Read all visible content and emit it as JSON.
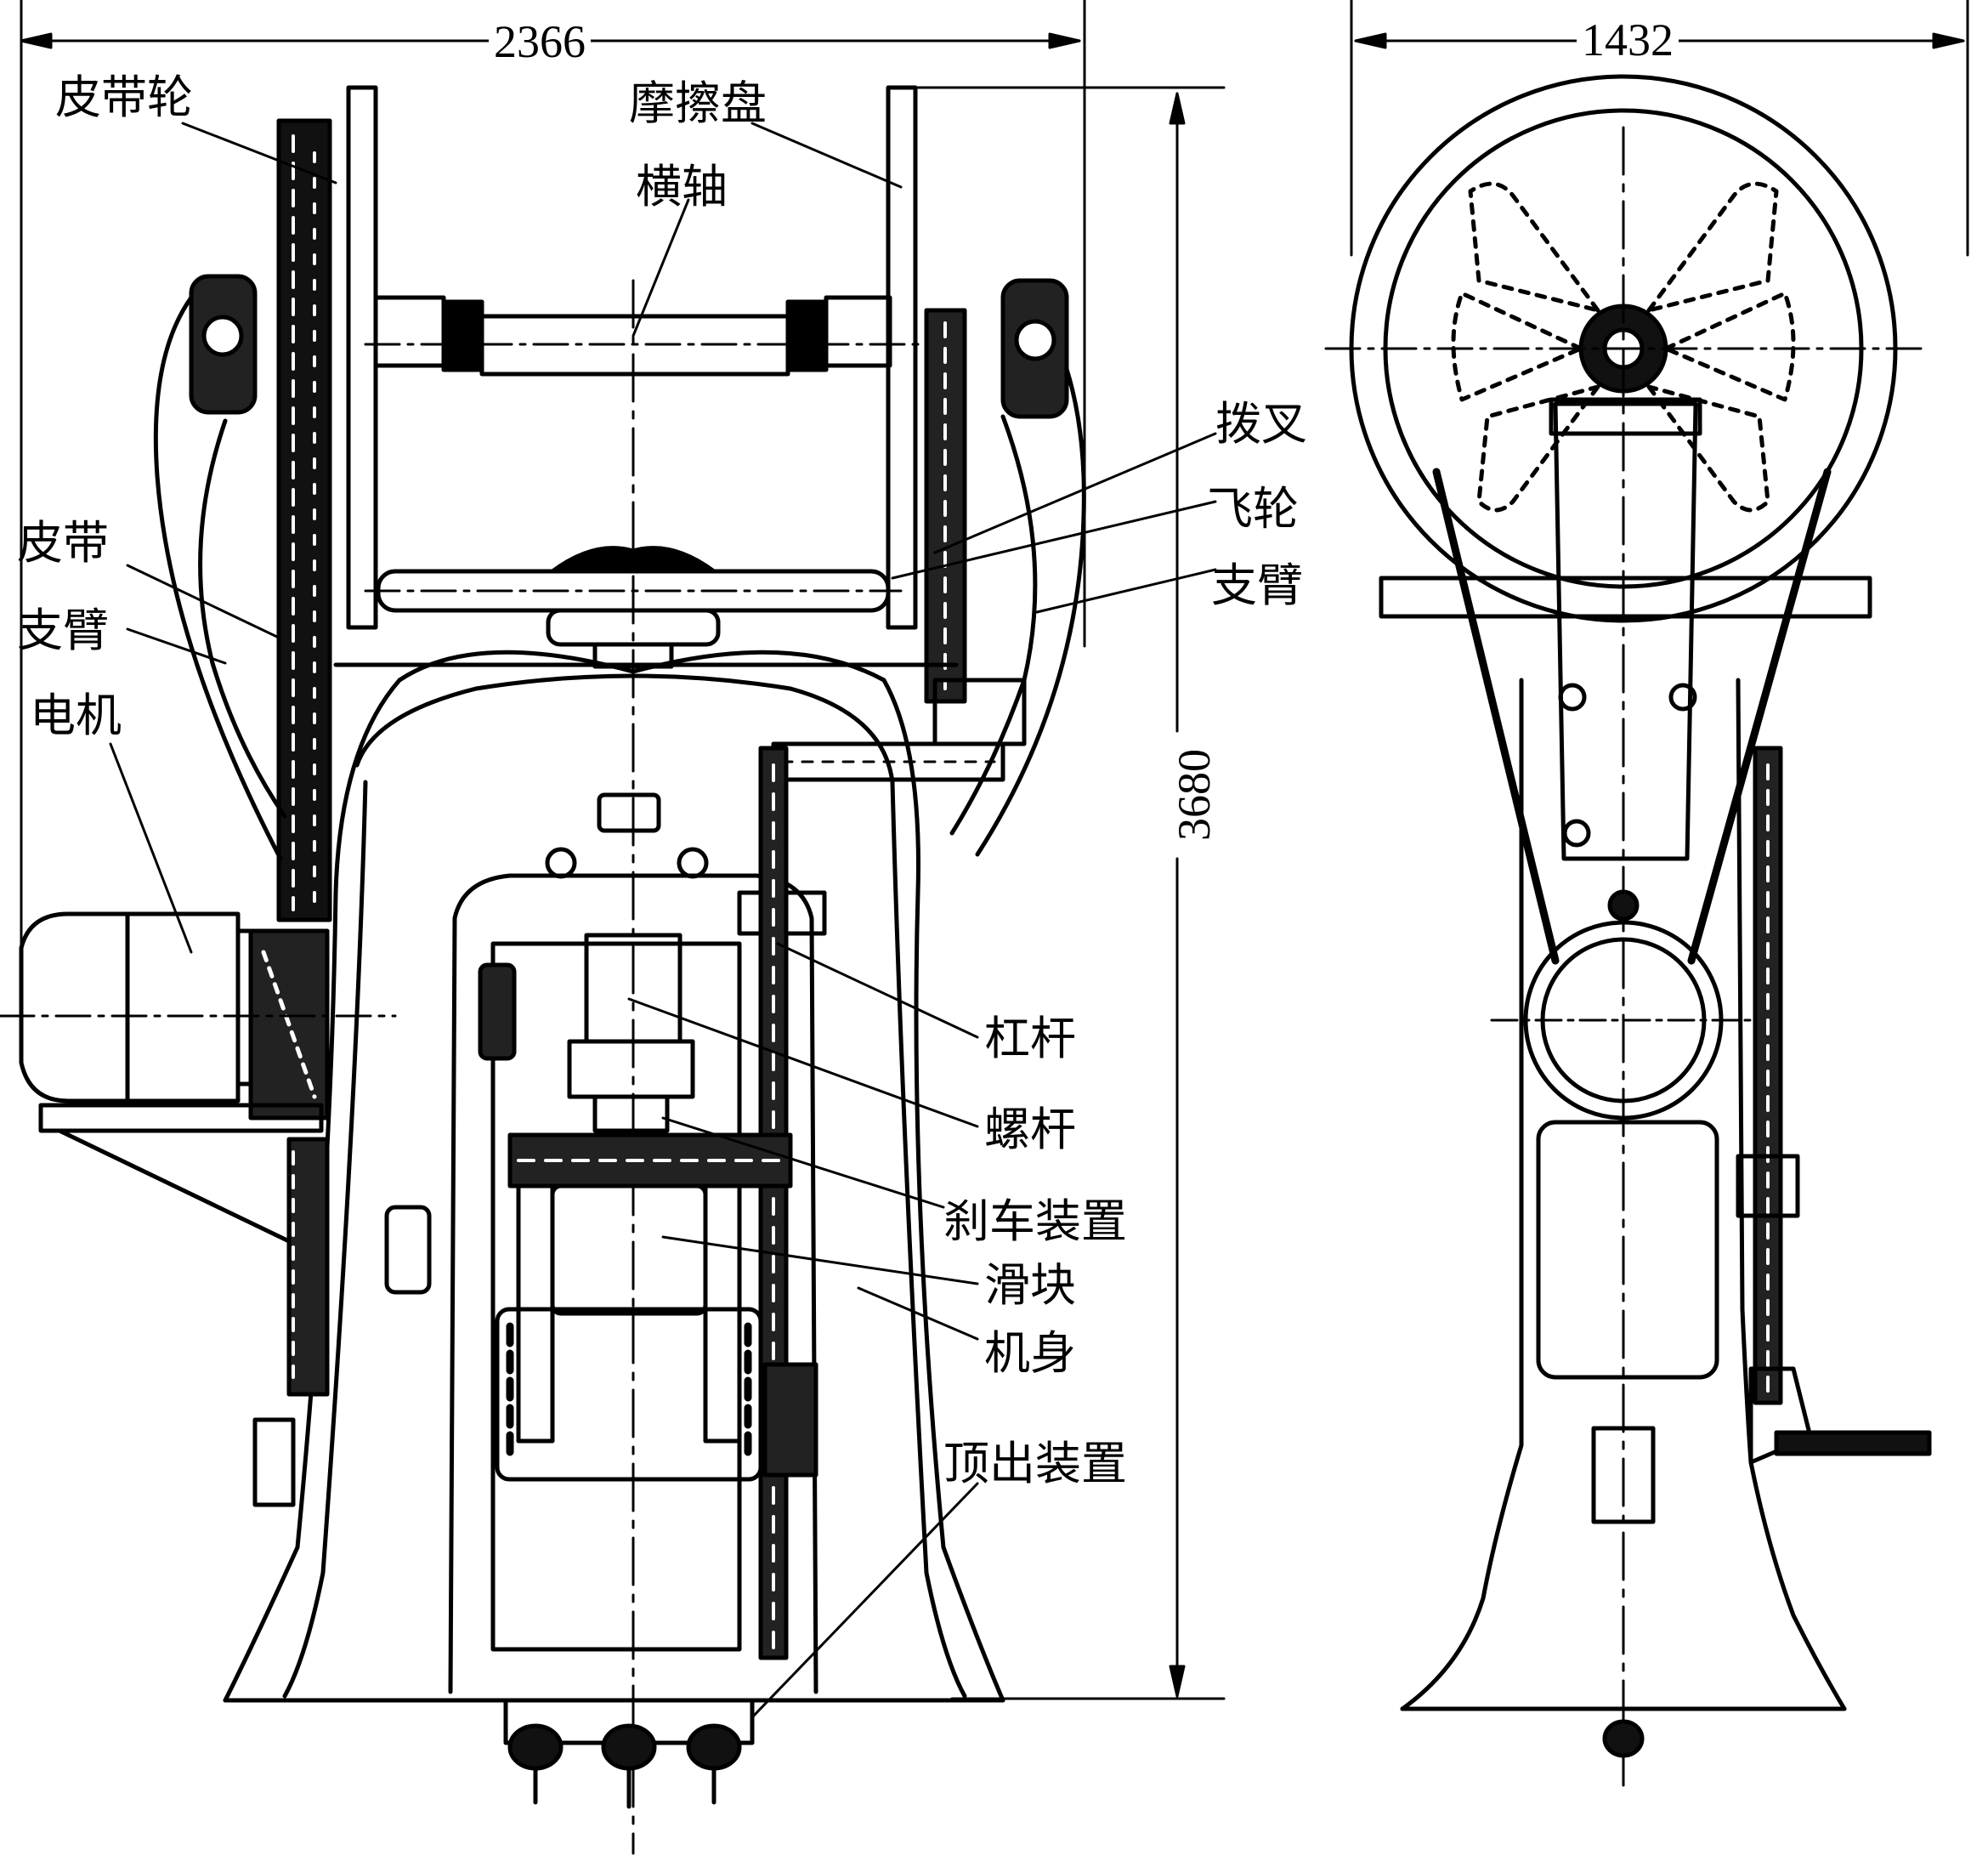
{
  "dimensions": {
    "front_width": "2366",
    "side_width": "1432",
    "height": "3680"
  },
  "labels": {
    "belt_pulley": "皮带轮",
    "friction_disc": "摩擦盘",
    "cross_shaft": "横轴",
    "shift_fork": "拨叉",
    "flywheel": "飞轮",
    "support_arm_right": "支臂",
    "belt": "皮带",
    "support_arm_left": "支臂",
    "motor": "电机",
    "lever": "杠杆",
    "screw": "螺杆",
    "brake_device": "刹车装置",
    "slider": "滑块",
    "machine_body": "机身",
    "ejector_device": "顶出装置"
  },
  "colors": {
    "line": "#000000",
    "background": "#ffffff"
  }
}
